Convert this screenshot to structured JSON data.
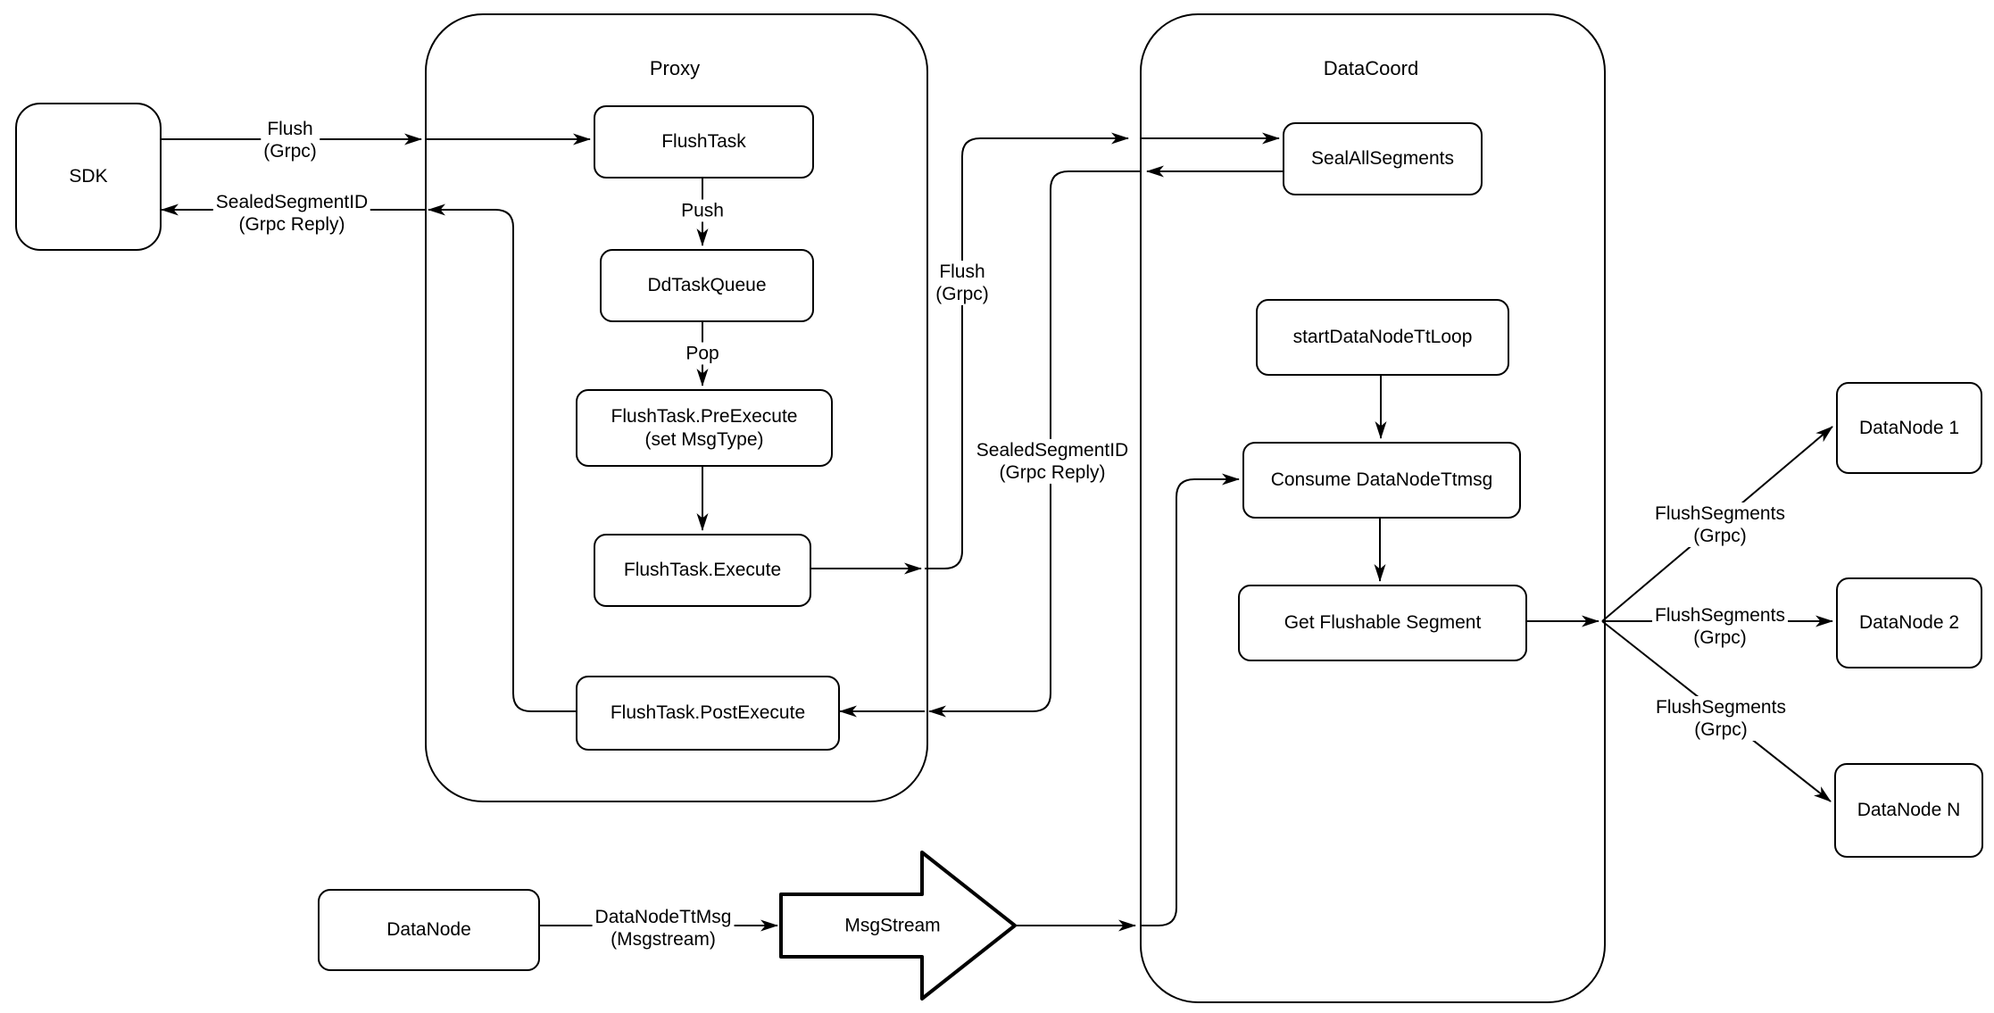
{
  "diagram": {
    "colors": {
      "stroke": "#000000",
      "node_fill": "#ffffff",
      "background": "#ffffff"
    },
    "containers": {
      "proxy": {
        "label": "Proxy"
      },
      "datacoord": {
        "label": "DataCoord"
      }
    },
    "nodes": {
      "sdk": {
        "label": "SDK"
      },
      "flushtask": {
        "label": "FlushTask"
      },
      "ddtaskqueue": {
        "label": "DdTaskQueue"
      },
      "preexecute": {
        "line1": "FlushTask.PreExecute",
        "line2": "(set MsgType)"
      },
      "execute": {
        "label": "FlushTask.Execute"
      },
      "postexecute": {
        "label": "FlushTask.PostExecute"
      },
      "sealallsegments": {
        "label": "SealAllSegments"
      },
      "startdatanodettloop": {
        "label": "startDataNodeTtLoop"
      },
      "consumedatanodettmsg": {
        "label": "Consume DataNodeTtmsg"
      },
      "getflushablesegment": {
        "label": "Get Flushable Segment"
      },
      "datanode1": {
        "label": "DataNode 1"
      },
      "datanode2": {
        "label": "DataNode 2"
      },
      "datanoden": {
        "label": "DataNode N"
      },
      "datanode": {
        "label": "DataNode"
      },
      "msgstream": {
        "label": "MsgStream"
      }
    },
    "edge_labels": {
      "flush": {
        "line1": "Flush",
        "line2": "(Grpc)"
      },
      "sealed": {
        "line1": "SealedSegmentID",
        "line2": "(Grpc Reply)"
      },
      "push": {
        "label": "Push"
      },
      "pop": {
        "label": "Pop"
      },
      "flush_segments": {
        "line1": "FlushSegments",
        "line2": "(Grpc)"
      },
      "datanode_tt": {
        "line1": "DataNodeTtMsg",
        "line2": "(Msgstream)"
      }
    }
  }
}
